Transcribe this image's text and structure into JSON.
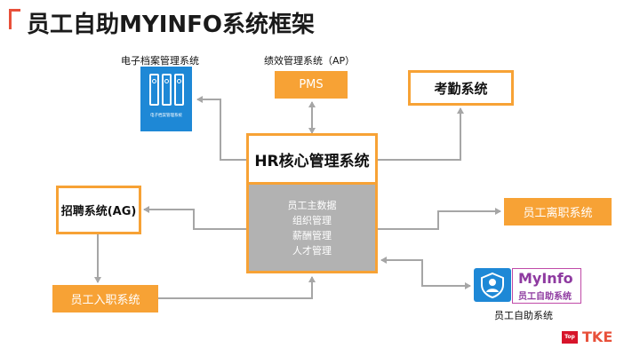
{
  "title": "员工自助MYINFO系统框架",
  "core": {
    "label": "HR核心管理系统",
    "modules": [
      "员工主数据",
      "组织管理",
      "薪酬管理",
      "人才管理"
    ]
  },
  "archive": {
    "caption": "电子档案管理系统",
    "icon_label": "电子档案管理系统"
  },
  "pms": {
    "caption": "绩效管理系统（AP）",
    "label": "PMS"
  },
  "attendance": {
    "label": "考勤系统"
  },
  "recruitment": {
    "label": "招聘系统(AG)"
  },
  "onboarding": {
    "label": "员工入职系统"
  },
  "offboarding": {
    "label": "员工离职系统"
  },
  "myinfo": {
    "logo_title": "MyInfo",
    "logo_subtitle": "员工自助系统",
    "caption": "员工自助系统"
  },
  "footer": {
    "badge": "Top",
    "brand": "TKE"
  },
  "colors": {
    "accent": "#f7a235",
    "blue": "#1e88d6",
    "connector": "#a6a6a6",
    "core_fill": "#b2b2b2",
    "brand_red": "#e8503a"
  }
}
